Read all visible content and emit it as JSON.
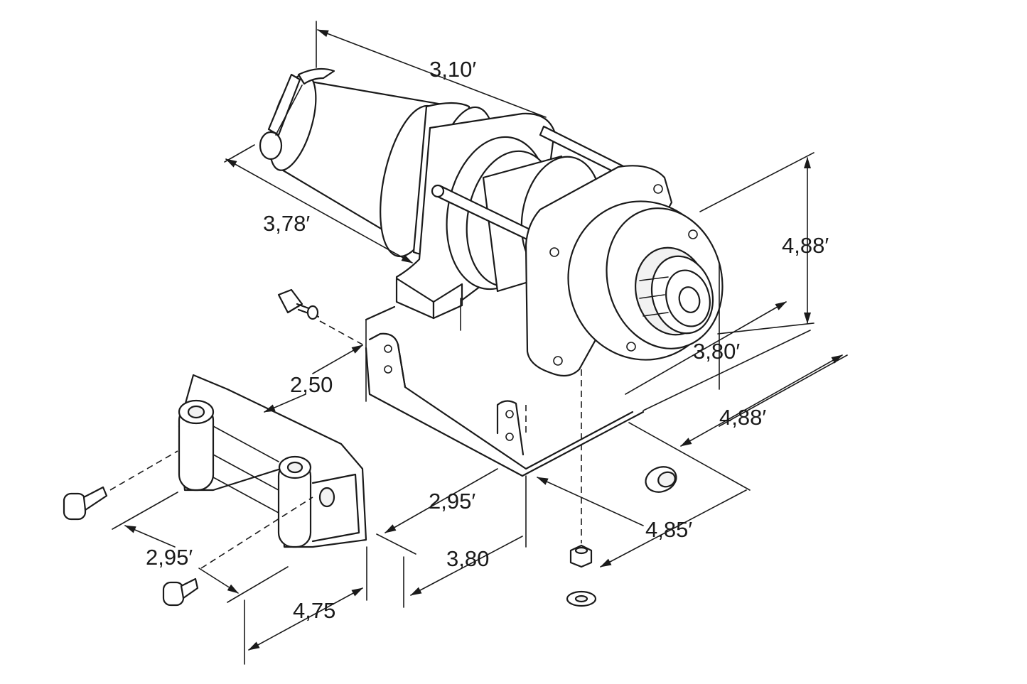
{
  "dimensions": {
    "d_310": "3,10′",
    "d_378": "3,78′",
    "d_488_vertical": "4,88′",
    "d_380_depth": "3,80′",
    "d_488_base": "4,88′",
    "d_250": "2,50",
    "d_295_base": "2,95′",
    "d_380_base": "3,80",
    "d_485": "4,85′",
    "d_295_fairlead": "2,95′",
    "d_475": "4,75"
  },
  "colors": {
    "line": "#1a1a1a",
    "background": "#ffffff"
  }
}
